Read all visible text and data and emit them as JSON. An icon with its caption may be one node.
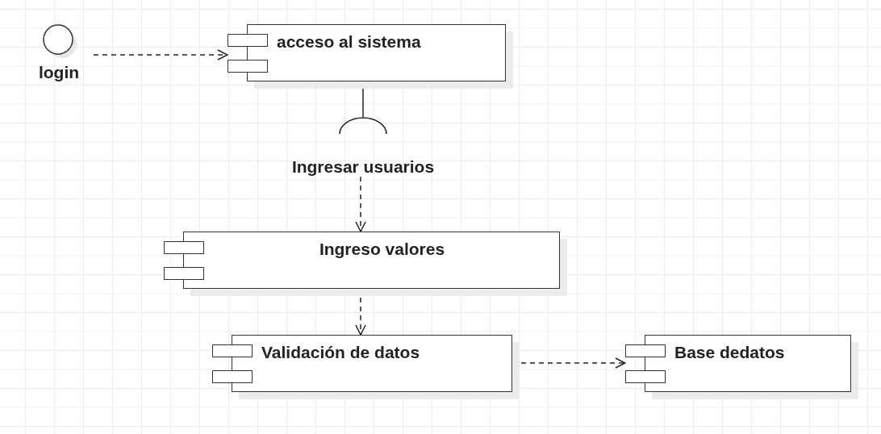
{
  "diagram": {
    "nodes": [
      {
        "text": [
          "login"
        ]
      },
      {
        "text": [
          "acceso al sistema"
        ]
      },
      {
        "text": [
          "Ingresar usuarios"
        ]
      },
      {
        "text": [
          "Ingreso valores"
        ]
      },
      {
        "text": [
          "Validación de datos"
        ]
      },
      {
        "text": [
          "Base dedatos"
        ]
      }
    ],
    "edges": [
      {
        "from": 0,
        "to": 1,
        "arrow": "to",
        "style": "dashed"
      },
      {
        "from": 1,
        "to": 2,
        "arrow": "none"
      },
      {
        "from": 2,
        "to": 3,
        "arrow": "to",
        "style": "dashed"
      },
      {
        "from": 3,
        "to": 4,
        "arrow": "to",
        "style": "dashed"
      },
      {
        "from": 4,
        "to": 5,
        "arrow": "to",
        "style": "dashed"
      }
    ]
  }
}
